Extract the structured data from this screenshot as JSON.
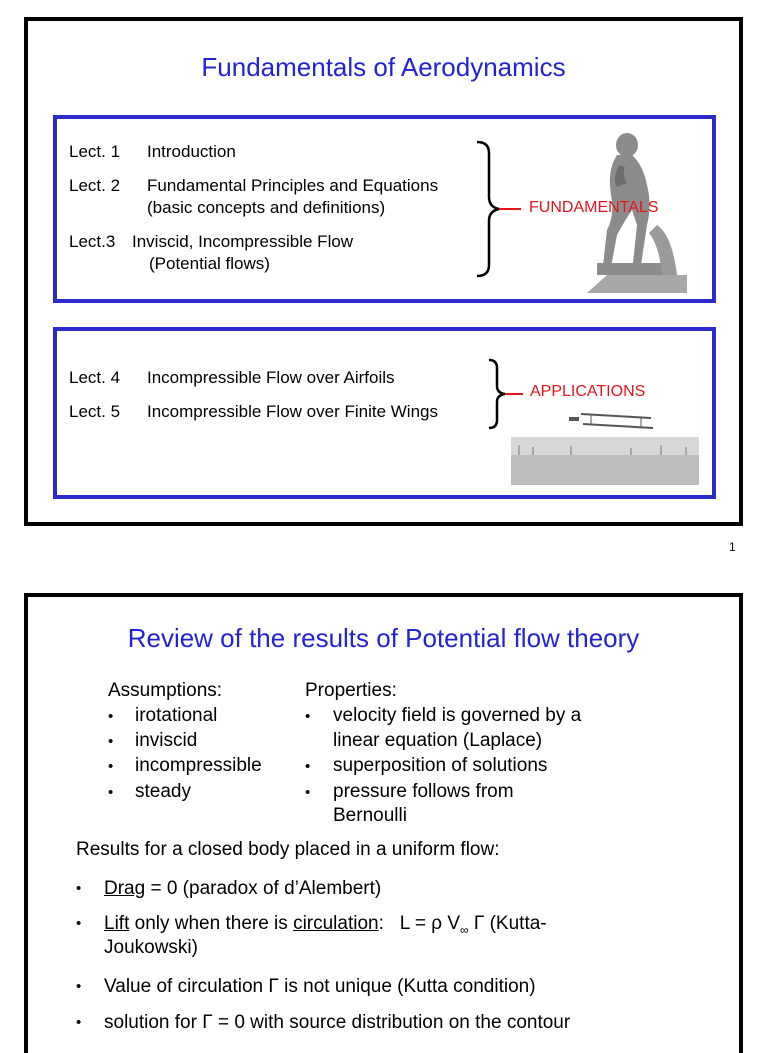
{
  "slide1": {
    "title": "Fundamentals of Aerodynamics",
    "box1": {
      "items": [
        {
          "num": "Lect. 1",
          "text": "Introduction"
        },
        {
          "num": "Lect. 2",
          "text": "Fundamental Principles and Equations",
          "sub": "(basic concepts and definitions)"
        },
        {
          "num": "Lect.3",
          "text": "Inviscid, Incompressible Flow",
          "sub": "(Potential flows)"
        }
      ],
      "group_label": "FUNDAMENTALS"
    },
    "box2": {
      "items": [
        {
          "num": "Lect. 4",
          "text": "Incompressible Flow over Airfoils"
        },
        {
          "num": "Lect. 5",
          "text": "Incompressible Flow over Finite Wings"
        }
      ],
      "group_label": "APPLICATIONS"
    },
    "page_number": "1"
  },
  "slide2": {
    "title": "Review of the results of Potential flow theory",
    "assumptions_heading": "Assumptions:",
    "assumptions": [
      "irotational",
      "inviscid",
      "incompressible",
      "steady"
    ],
    "properties_heading": "Properties:",
    "properties": [
      [
        "velocity field is governed by a",
        "linear equation (Laplace)"
      ],
      [
        "superposition of solutions"
      ],
      [
        "pressure follows from",
        "Bernoulli"
      ]
    ],
    "results_heading": "Results for a closed body placed in a uniform flow:",
    "results": {
      "drag_word": "Drag",
      "drag_rest": " = 0   (paradox of d’Alembert)",
      "lift_word": "Lift",
      "lift_mid": " only when there is ",
      "circ_word": "circulation",
      "lift_colon": ":",
      "lift_formula": "L = ρ V",
      "lift_sub": "∞",
      "lift_gamma": " Γ",
      "lift_tail": "   (Kutta-",
      "lift_line2": "Joukowski)",
      "circ_value": "Value of circulation Γ is not unique  (Kutta condition)",
      "solution": "solution for Γ = 0 with source distribution on the contour"
    }
  }
}
